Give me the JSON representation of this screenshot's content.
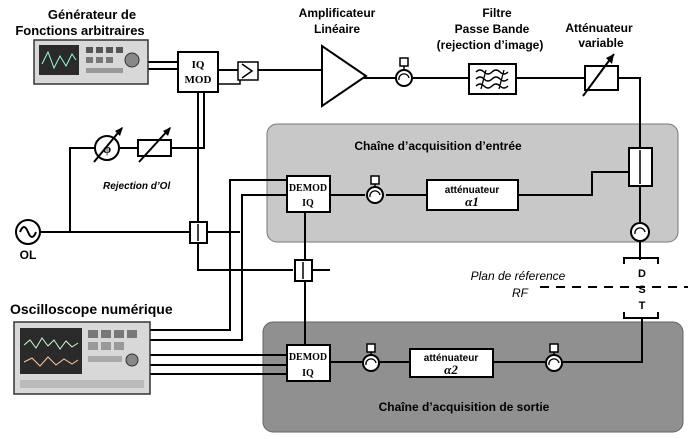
{
  "blocks": {
    "generator_title_1": "Générateur de",
    "generator_title_2": "Fonctions arbitraires",
    "iq_mod_1": "IQ",
    "iq_mod_2": "MOD",
    "amplifier_1": "Amplificateur",
    "amplifier_2": "Linéaire",
    "filter_1": "Filtre",
    "filter_2": "Passe Bande",
    "filter_3": "(rejection d’image)",
    "attenuator_1": "Atténuateur",
    "attenuator_2": "variable",
    "phase_symbol": "φ",
    "ol_rejection": "Rejection d’Ol",
    "ol_label": "OL",
    "oscilloscope_title": "Oscilloscope numérique"
  },
  "input_chain": {
    "title": "Chaîne d’acquisition d’entrée",
    "demod_1": "DEMOD",
    "demod_2": "IQ",
    "attenuator_label": "atténuateur",
    "attenuator_symbol": "α1"
  },
  "output_chain": {
    "title": "Chaîne d’acquisition de sortie",
    "demod_1": "DEMOD",
    "demod_2": "IQ",
    "attenuator_label": "atténuateur",
    "attenuator_symbol": "α2"
  },
  "reference": {
    "plane_1": "Plan de réference",
    "plane_2": "RF",
    "dut_letters": [
      "D",
      "S",
      "T"
    ]
  },
  "colors": {
    "input_chain_fill": "#c8c8c8",
    "output_chain_fill": "#909090",
    "instrument_bezel": "#d8d8d8",
    "screen_dark": "#2a2a2a"
  }
}
